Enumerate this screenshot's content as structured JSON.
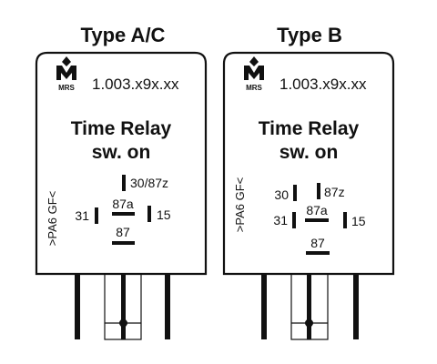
{
  "relays": [
    {
      "type_title": "Type A/C",
      "logo_text": "MRS",
      "part_number": "1.003.x9x.xx",
      "name_line1": "Time Relay",
      "name_line2": "sw. on",
      "material": ">PA6 GF<",
      "pins": {
        "p30_87z": "30/87z",
        "p31": "31",
        "p87a": "87a",
        "p15": "15",
        "p87": "87"
      }
    },
    {
      "type_title": "Type B",
      "logo_text": "MRS",
      "part_number": "1.003.x9x.xx",
      "name_line1": "Time Relay",
      "name_line2": "sw. on",
      "material": ">PA6 GF<",
      "pins": {
        "p30": "30",
        "p87z": "87z",
        "p31": "31",
        "p87a": "87a",
        "p15": "15",
        "p87": "87"
      }
    }
  ],
  "colors": {
    "ink": "#111111",
    "background": "#ffffff"
  }
}
